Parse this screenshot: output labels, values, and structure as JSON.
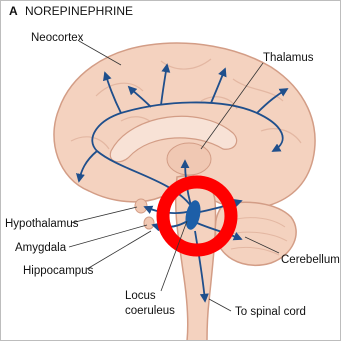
{
  "figure": {
    "panel_letter": "A",
    "title": "NOREPINEPHRINE"
  },
  "labels": {
    "neocortex": "Neocortex",
    "thalamus": "Thalamus",
    "hypothalamus": "Hypothalamus",
    "amygdala": "Amygdala",
    "hippocampus": "Hippocampus",
    "locus_line1": "Locus",
    "locus_line2": "coeruleus",
    "cerebellum": "Cerebellum",
    "spinal_cord": "To spinal cord"
  },
  "colors": {
    "brain_fill": "#f4d2bf",
    "brain_outline": "#d39d86",
    "pathway": "#1f4f8c",
    "nucleus": "#1d5fa8",
    "highlight_ring": "#ff0000"
  },
  "annotation": {
    "highlight": "red-ring-around-locus-coeruleus"
  }
}
